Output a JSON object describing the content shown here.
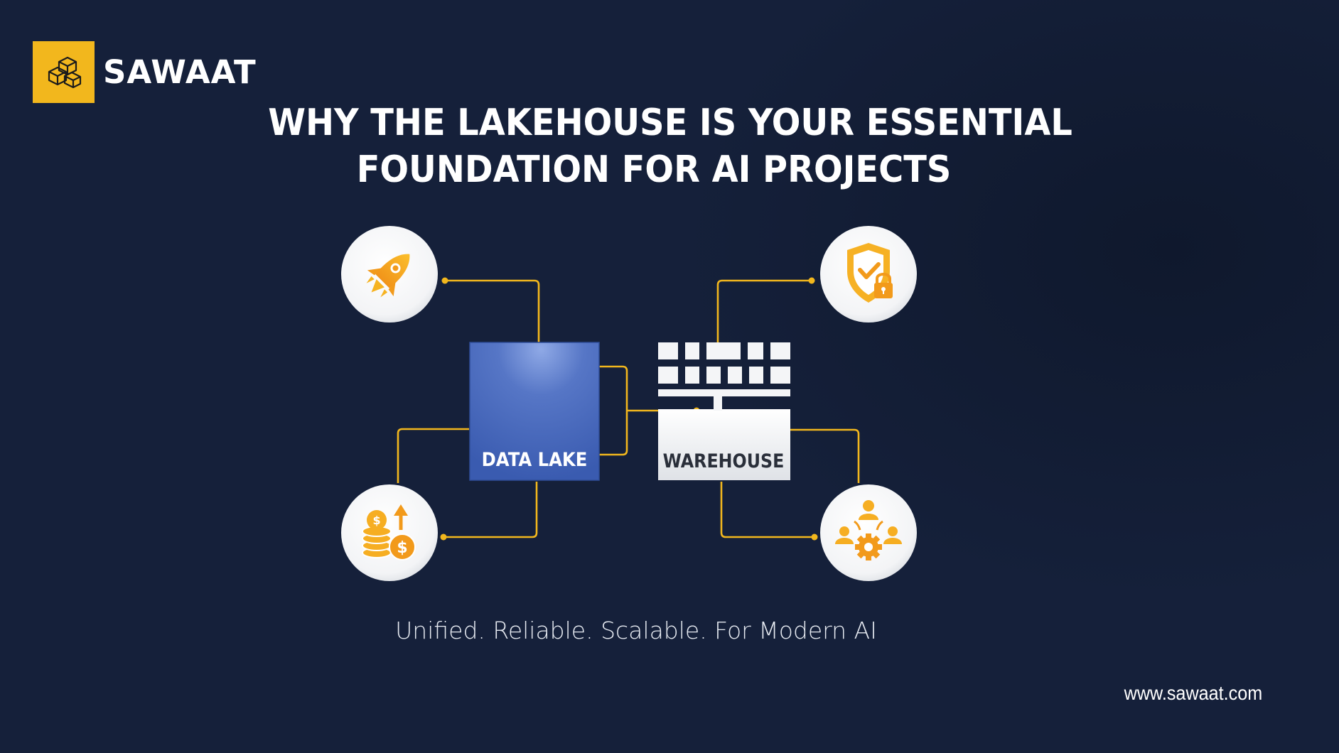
{
  "brand": {
    "name": "SAWAAT",
    "icon": "boxes-icon",
    "accent": "#f2b71d"
  },
  "title": {
    "line1": "WHY THE LAKEHOUSE IS YOUR ESSENTIAL",
    "line2": "FOUNDATION FOR AI PROJECTS"
  },
  "diagram": {
    "data_lake_label": "DATA LAKE",
    "warehouse_label": "WAREHOUSE",
    "icons": [
      "rocket-icon",
      "shield-lock-icon",
      "coins-growth-icon",
      "team-collaboration-icon"
    ],
    "colors": {
      "line": "#f2b71d",
      "lake": "#3f63b6",
      "warehouse": "#f1f2f4"
    }
  },
  "tagline": "Unified. Reliable. Scalable. For Modern AI",
  "website": "www.sawaat.com",
  "colors": {
    "background": "#15203a"
  }
}
